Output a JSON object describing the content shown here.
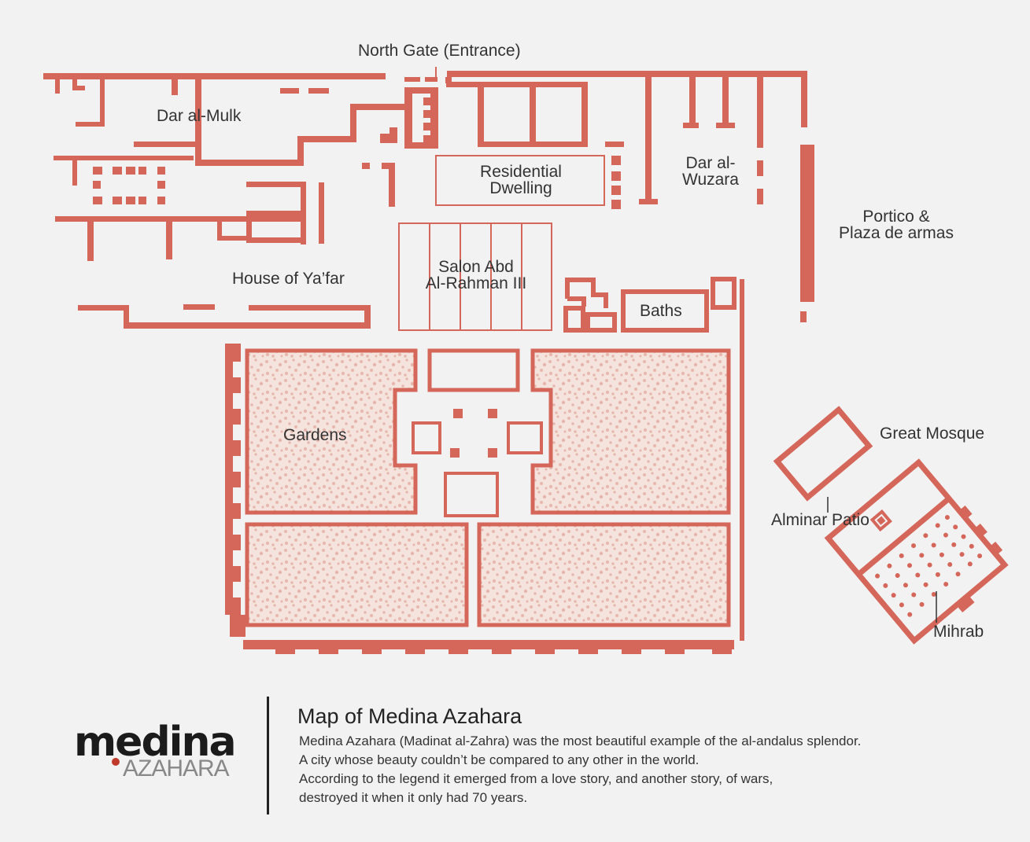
{
  "map": {
    "wall_color": "#d4675a",
    "garden_fill_color": "#f1d9d3",
    "labels": {
      "north_gate": "North Gate (Entrance)",
      "dar_al_mulk": "Dar al-Mulk",
      "residential_dwelling": "Residential\nDwelling",
      "dar_al_wuzara": "Dar al-\nWuzara",
      "portico": "Portico &\nPlaza de armas",
      "house_of_yafar": "House of Ya’far",
      "salon": "Salon Abd\nAl-Rahman III",
      "baths": "Baths",
      "gardens": "Gardens",
      "great_mosque": "Great Mosque",
      "alminar_patio": "Alminar Patio",
      "mihrab": "Mihrab"
    }
  },
  "logo": {
    "main": "medina",
    "sub": "AZAHARA",
    "dot_color": "#c0392b"
  },
  "info": {
    "title": "Map of Medina Azahara",
    "lines": [
      "Medina Azahara (Madinat al-Zahra) was the most beautiful example of the al-andalus splendor.",
      "A city whose beauty couldn’t be compared to any other in the world.",
      "According to the legend it emerged from a love story, and another story, of wars,",
      "destroyed it when it only had 70 years."
    ]
  }
}
